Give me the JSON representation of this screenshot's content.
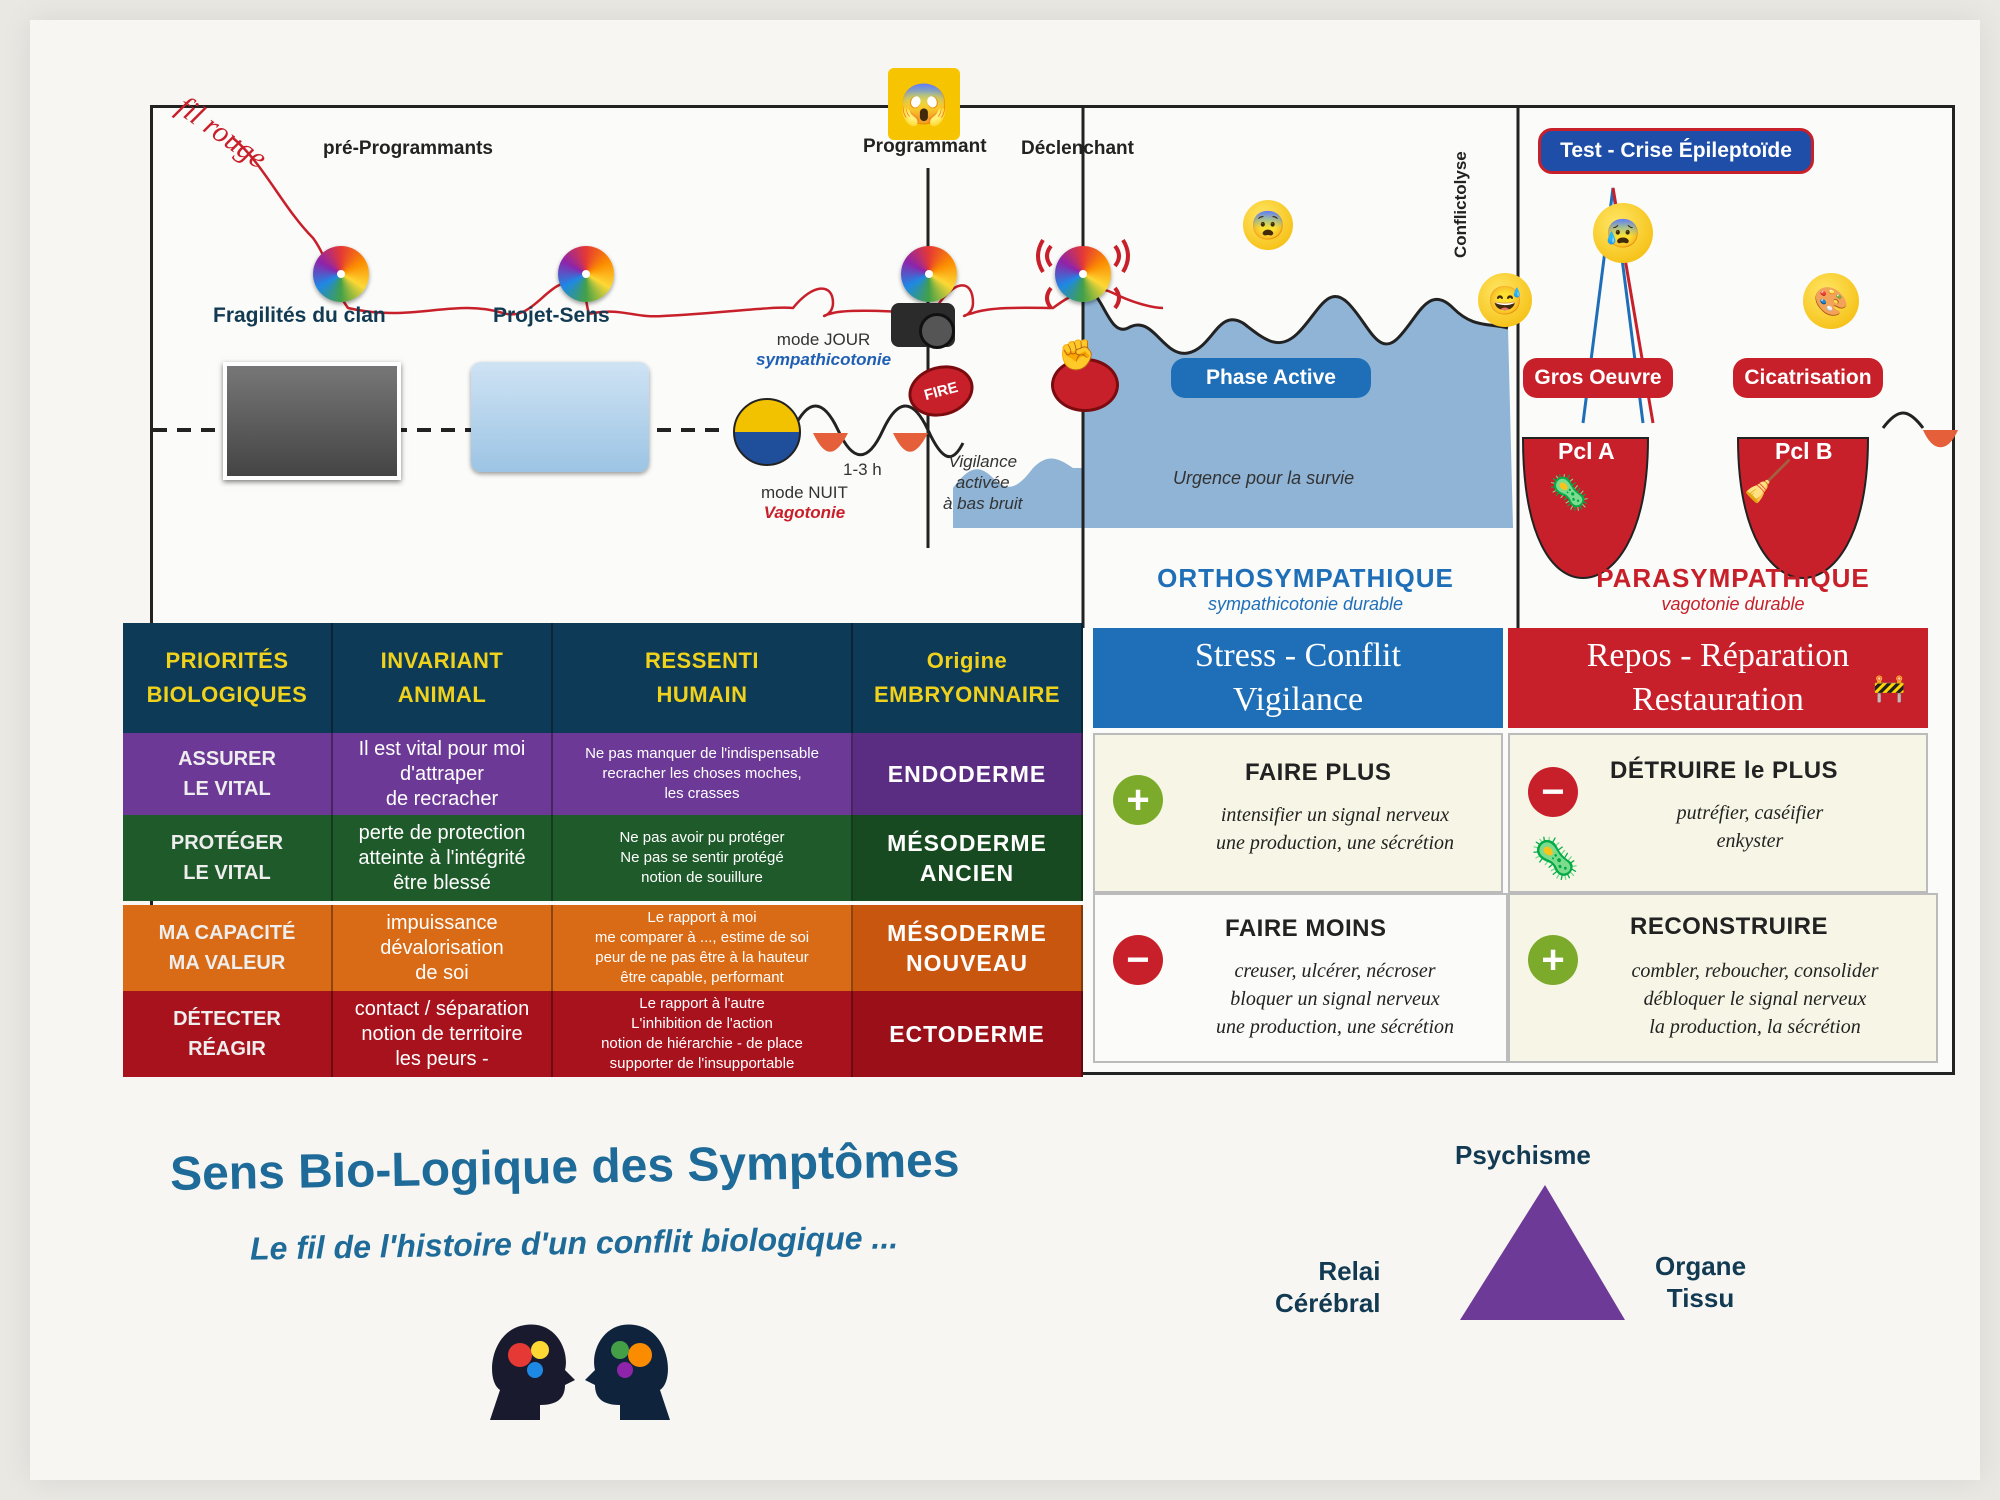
{
  "timeline": {
    "signature": "fil rouge",
    "labels": {
      "pre_programmants": "pré-Programmants",
      "programmant": "Programmant",
      "declenchant": "Déclenchant",
      "conflictolyse": "Conflictolyse",
      "fragilites": "Fragilités du clan",
      "projet_sens": "Projet-Sens",
      "mode_jour": "mode JOUR",
      "sympathicotonie": "sympathicotonie",
      "mode_nuit": "mode NUIT",
      "vagotonie": "Vagotonie",
      "duree": "1-3 h",
      "vigilance": "Vigilance\nactivée\nà bas bruit",
      "fire": "FIRE",
      "urgence": "Urgence pour la survie",
      "ortho_title": "ORTHOSYMPATHIQUE",
      "ortho_sub": "sympathicotonie durable",
      "para_title": "PARASYMPATHIQUE",
      "para_sub": "vagotonie durable"
    },
    "pills": {
      "phase_active": "Phase Active",
      "test_crise": "Test - Crise Épileptoïde",
      "gros_oeuvre": "Gros Oeuvre",
      "cicatrisation": "Cicatrisation",
      "pcl_a": "Pcl A",
      "pcl_b": "Pcl B"
    }
  },
  "table": {
    "headers": [
      "PRIORITÉS\nBIOLOGIQUES",
      "INVARIANT\nANIMAL",
      "RESSENTI\nHUMAIN",
      "Origine\nEMBRYONNAIRE"
    ],
    "rows": [
      {
        "c1": "ASSURER\nLE VITAL",
        "c2": "Il est vital pour moi\nd'attraper\nde recracher",
        "c3": "Ne pas manquer de l'indispensable\nrecracher les choses moches,\nles crasses",
        "c4": "ENDODERME",
        "color": "#5b2d82"
      },
      {
        "c1": "PROTÉGER\nLE VITAL",
        "c2": "perte de protection\natteinte à l'intégrité\nêtre blessé",
        "c3": "Ne pas avoir pu protéger\nNe pas se sentir protégé\nnotion de souillure",
        "c4": "MÉSODERME\nANCIEN",
        "color": "#1f5b2a"
      },
      {
        "c1": "MA CAPACITÉ\nMA VALEUR",
        "c2": "impuissance\ndévalorisation\nde soi",
        "c3": "Le rapport à moi\nme comparer à ..., estime de soi\npeur de ne pas être à la hauteur\nêtre capable, performant",
        "c4": "MÉSODERME\nNOUVEAU",
        "color": "#d96a16"
      },
      {
        "c1": "DÉTECTER\nRÉAGIR",
        "c2": "contact / séparation\nnotion de territoire\nles peurs -",
        "c3": "Le rapport à l'autre\nL'inhibition de l'action\nnotion de hiérarchie - de place\nsupporter de l'insupportable",
        "c4": "ECTODERME",
        "color": "#a8121c"
      }
    ]
  },
  "phases": {
    "stress": "Stress - Conflit\nVigilance",
    "repos": "Repos - Réparation\nRestauration",
    "faire_plus_title": "FAIRE PLUS",
    "faire_plus_text": "intensifier un signal nerveux\nune production, une sécrétion",
    "detruire_title": "DÉTRUIRE le PLUS",
    "detruire_text": "putréfier, caséifier\nenkyster",
    "faire_moins_title": "FAIRE MOINS",
    "faire_moins_text": "creuser, ulcérer, nécroser\nbloquer un signal nerveux\nune production, une sécrétion",
    "reconstruire_title": "RECONSTRUIRE",
    "reconstruire_text": "combler, reboucher, consolider\ndébloquer le signal nerveux\nla production, la sécrétion"
  },
  "footer": {
    "title": "Sens Bio-Logique des Symptômes",
    "subtitle": "Le fil de l'histoire d'un conflit biologique ...",
    "triangle": {
      "top": "Psychisme",
      "left": "Relai\nCérébral",
      "right": "Organe\nTissu"
    }
  },
  "colors": {
    "blue": "#1f6fb8",
    "red": "#c8202a",
    "navy": "#0d3b57",
    "purple": "#6c3a96",
    "green": "#1f5b2a",
    "orange": "#d96a16",
    "darkred": "#a8121c",
    "title_blue": "#1e6a98"
  }
}
